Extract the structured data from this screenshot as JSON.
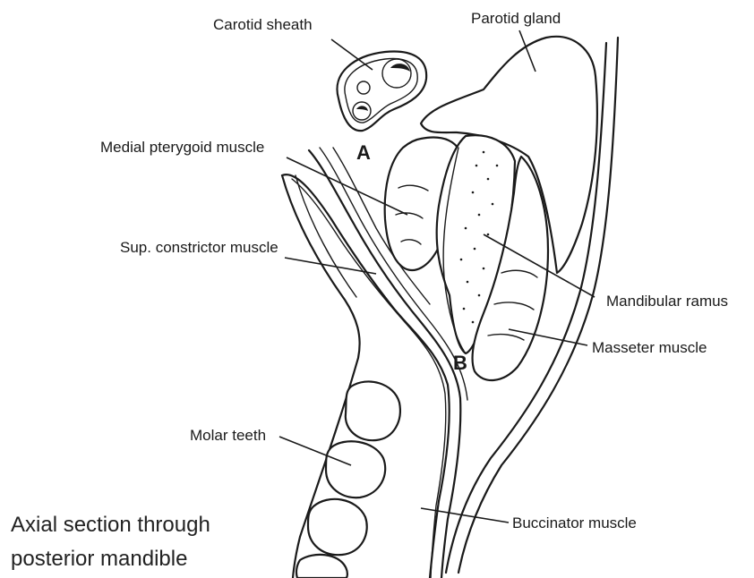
{
  "labels": {
    "carotid_sheath": "Carotid sheath",
    "parotid_gland": "Parotid gland",
    "medial_pterygoid": "Medial pterygoid muscle",
    "sup_constrictor": "Sup. constrictor muscle",
    "mandibular_ramus": "Mandibular ramus",
    "masseter": "Masseter muscle",
    "molar_teeth": "Molar teeth",
    "buccinator": "Buccinator muscle"
  },
  "markers": {
    "a": "A",
    "b": "B"
  },
  "caption": {
    "line1": "Axial section through",
    "line2": "posterior mandible"
  },
  "colors": {
    "ink": "#1a1a1a",
    "background": "#ffffff"
  }
}
